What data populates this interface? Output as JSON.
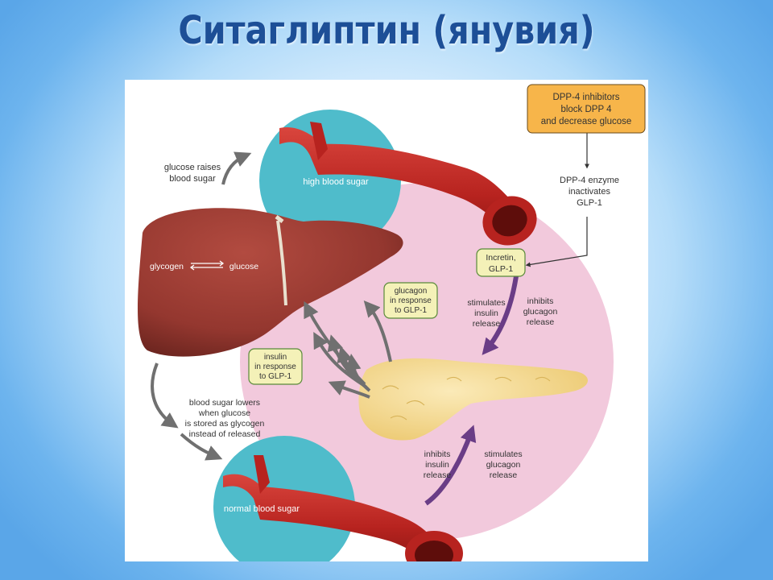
{
  "slide": {
    "title": "Ситаглиптин (янувия)"
  },
  "diagram": {
    "dpp4_box": [
      "DPP-4 inhibitors",
      "block DPP 4",
      "and decrease glucose"
    ],
    "dpp4_enzyme": [
      "DPP-4 enzyme",
      "inactivates",
      "GLP-1"
    ],
    "incretin_box": [
      "Incretin,",
      "GLP-1"
    ],
    "high_blood_sugar": "high blood sugar",
    "normal_blood_sugar": "normal blood sugar",
    "glucose_raises": [
      "glucose raises",
      "blood sugar"
    ],
    "liver_glycogen": "glycogen",
    "liver_glucose": "glucose",
    "glucagon_box": [
      "glucagon",
      "in response",
      "to GLP-1"
    ],
    "insulin_box": [
      "insulin",
      "in response",
      "to GLP-1"
    ],
    "stimulates_insulin": [
      "stimulates",
      "insulin",
      "release"
    ],
    "inhibits_glucagon": [
      "inhibits",
      "glucagon",
      "release"
    ],
    "blood_sugar_lowers": [
      "blood sugar lowers",
      "when glucose",
      "is stored as glycogen",
      "instead of released"
    ],
    "inhibits_insulin": [
      "inhibits",
      "insulin",
      "release"
    ],
    "stimulates_glucagon": [
      "stimulates",
      "glucagon",
      "release"
    ]
  },
  "colors": {
    "title": "#1d4f97",
    "pink_region": "#f2c9dc",
    "teal_circle": "#4fbccb",
    "vessel": "#c22a26",
    "liver": "#9c3b33",
    "pancreas": "#f6dc96",
    "orange_box": "#f7b54a",
    "yellow_box": "#f4f1b8",
    "arrow_purple": "#6a3d86"
  }
}
